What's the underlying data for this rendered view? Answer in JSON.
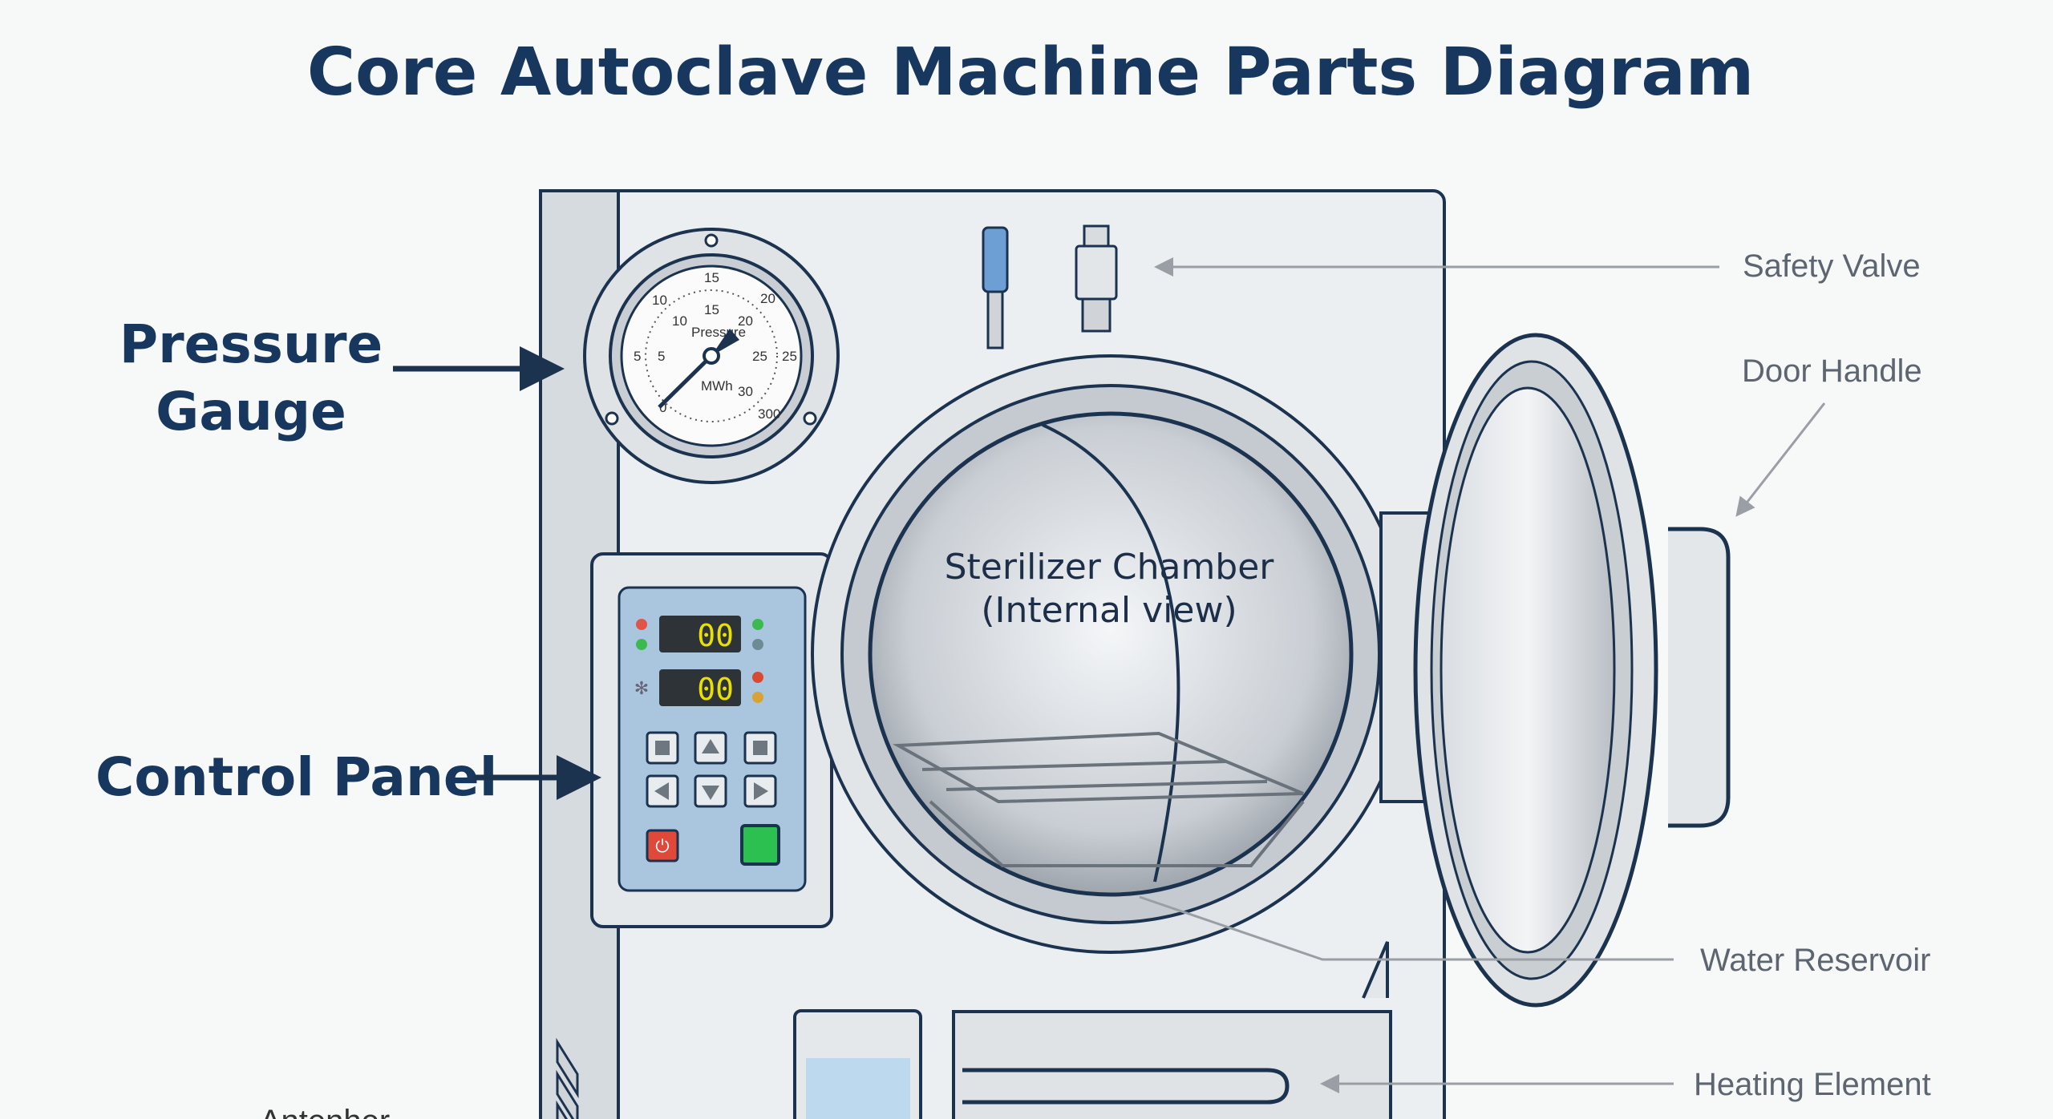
{
  "title": "Core Autoclave Machine Parts Diagram",
  "labels": {
    "pressure_gauge": [
      "Pressure",
      "Gauge"
    ],
    "control_panel": "Control Panel",
    "chamber": [
      "Sterilizer Chamber",
      "(Internal view)"
    ],
    "safety_valve": "Safety Valve",
    "door_handle": "Door Handle",
    "water_reservoir": "Water Reservoir",
    "heating_element": "Heating Element",
    "cut_off_label": "Antenher"
  },
  "gauge": {
    "label": "Pressure",
    "unit": "MWh",
    "outer_ticks": [
      "0",
      "5",
      "10",
      "15",
      "20",
      "25",
      "300"
    ],
    "inner_ticks": [
      "5",
      "10",
      "15",
      "20",
      "25",
      "30"
    ]
  },
  "control_panel": {
    "display_1": "00",
    "display_2": "00"
  },
  "colors": {
    "title": "#17375e",
    "panel": "#a9c6de",
    "display_digits": "#e8e000",
    "power_button": "#e0483a",
    "start_button": "#2cc050",
    "valve_blue": "#6d9fd4"
  }
}
